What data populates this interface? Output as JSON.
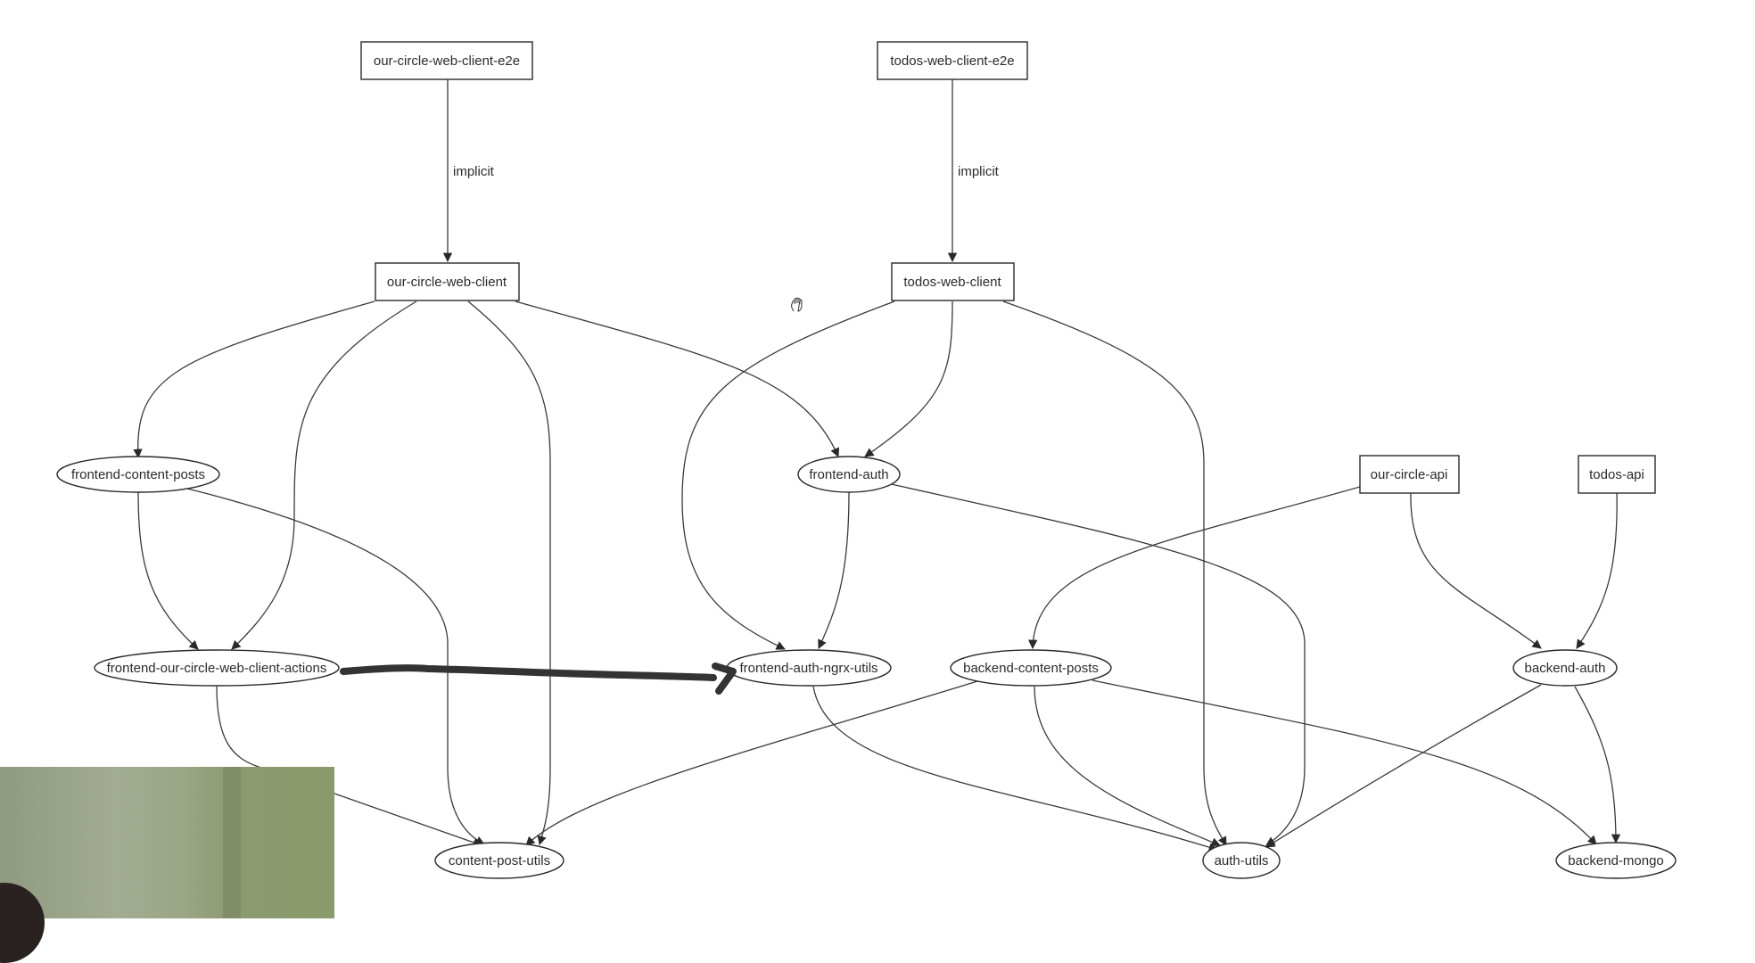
{
  "nodes": {
    "our_circle_web_client_e2e": "our-circle-web-client-e2e",
    "todos_web_client_e2e": "todos-web-client-e2e",
    "our_circle_web_client": "our-circle-web-client",
    "todos_web_client": "todos-web-client",
    "frontend_content_posts": "frontend-content-posts",
    "frontend_auth": "frontend-auth",
    "our_circle_api": "our-circle-api",
    "todos_api": "todos-api",
    "frontend_our_circle_web_client_actions": "frontend-our-circle-web-client-actions",
    "frontend_auth_ngrx_utils": "frontend-auth-ngrx-utils",
    "backend_content_posts": "backend-content-posts",
    "backend_auth": "backend-auth",
    "content_post_utils": "content-post-utils",
    "auth_utils": "auth-utils",
    "backend_mongo": "backend-mongo"
  },
  "edge_labels": {
    "implicit_left": "implicit",
    "implicit_right": "implicit"
  },
  "icons": {
    "cursor": "grab-hand-icon"
  }
}
